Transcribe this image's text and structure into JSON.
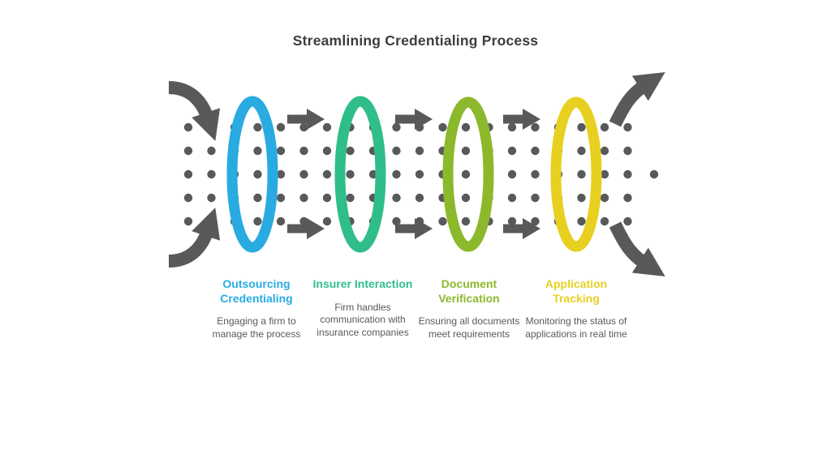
{
  "title": "Streamlining Credentialing Process",
  "colors": {
    "title_text": "#3d3d3d",
    "description_text": "#595959",
    "arrow": "#58595b",
    "dot": "#58595b",
    "background": "#ffffff"
  },
  "stages": [
    {
      "title": "Outsourcing Credentialing",
      "description": "Engaging a firm to manage the process",
      "color": "#29abe2"
    },
    {
      "title": "Insurer Interaction",
      "description": "Firm handles communication with insurance companies",
      "color": "#2fbe8a"
    },
    {
      "title": "Document Verification",
      "description": "Ensuring all documents meet requirements",
      "color": "#8cb92c"
    },
    {
      "title": "Application Tracking",
      "description": "Monitoring the status of applications in real time",
      "color": "#e8d021"
    }
  ]
}
